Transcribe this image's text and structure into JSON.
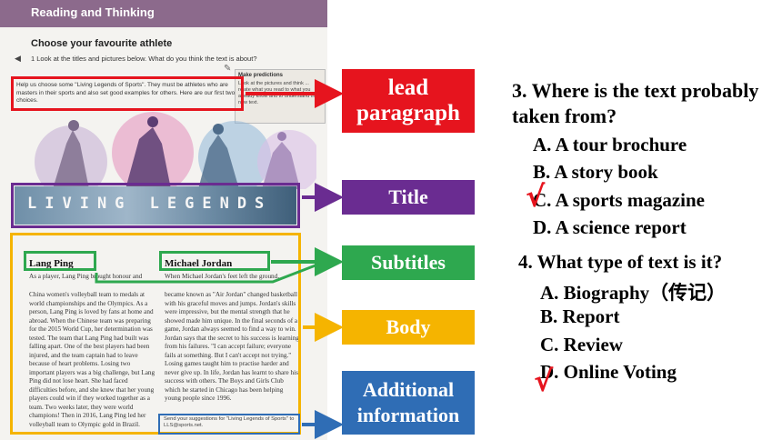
{
  "page": {
    "banner": "Reading and Thinking",
    "section_title": "Choose your favourite athlete",
    "instruction": "1   Look at the titles and pictures below. What do you think the text is about?",
    "lead_text": "Help us choose some \"Living Legends of Sports\". They must be athletes who are masters in their sports and also set good examples for others. Here are our first two choices.",
    "predict_title": "Make predictions",
    "predict_text": "Look at the pictures and think ... relate what you read to what you already know and to understand the new text.",
    "legends_title": "LIVING LEGENDS",
    "lp_heading": "Lang Ping",
    "lp_first_line": "As a player, Lang Ping brought honour and",
    "lp_body": "China women's volleyball team to medals at world championships and the Olympics. As a person, Lang Ping is loved by fans at home and abroad. When the Chinese team was preparing for the 2015 World Cup, her determination was tested. The team that Lang Ping had built was falling apart. One of the best players had been injured, and the team captain had to leave because of heart problems. Losing two important players was a big challenge, but Lang Ping did not lose heart. She had faced difficulties before, and she knew that her young players could win if they worked together as a team. Two weeks later, they were world champions! Then in 2016, Lang Ping led her volleyball team to Olympic gold in Brazil.",
    "mj_heading": "Michael Jordan",
    "mj_first_line": "When Michael Jordan's feet left the ground,",
    "mj_body": "became known as \"Air Jordan\" changed basketball with his graceful moves and jumps. Jordan's skills were impressive, but the mental strength that he showed made him unique. In the final seconds of a game, Jordan always seemed to find a way to win. Jordan says that the secret to his success is learning from his failures. \"I can accept failure; everyone fails at something. But I can't accept not trying.\" Losing games taught him to practise harder and never give up. In life, Jordan has learnt to share his success with others. The Boys and Girls Club which he started in Chicago has been helping young people since 1996.",
    "footer_note": "Send your suggestions for \"Living Legends of Sports\" to LLS@sports.net."
  },
  "labels": {
    "lead": "lead paragraph",
    "title": "Title",
    "subtitles": "Subtitles",
    "body": "Body",
    "info": "Additional information"
  },
  "q3": {
    "question": "3. Where is the text probably taken from?",
    "options": [
      "A. A tour brochure",
      "B. A story book",
      "C. A sports magazine",
      "D. A science report"
    ]
  },
  "q4": {
    "question": "4. What type of text is it?",
    "options": [
      "A.  Biography（传记）",
      "B.  Report",
      "C.  Review",
      "D.  Online Voting"
    ]
  },
  "marks": {
    "check": "√"
  },
  "colors": {
    "lead": "#e6141e",
    "title": "#6a2c91",
    "subtitles": "#2ea84f",
    "body": "#f5b400",
    "info": "#2f6db5"
  }
}
